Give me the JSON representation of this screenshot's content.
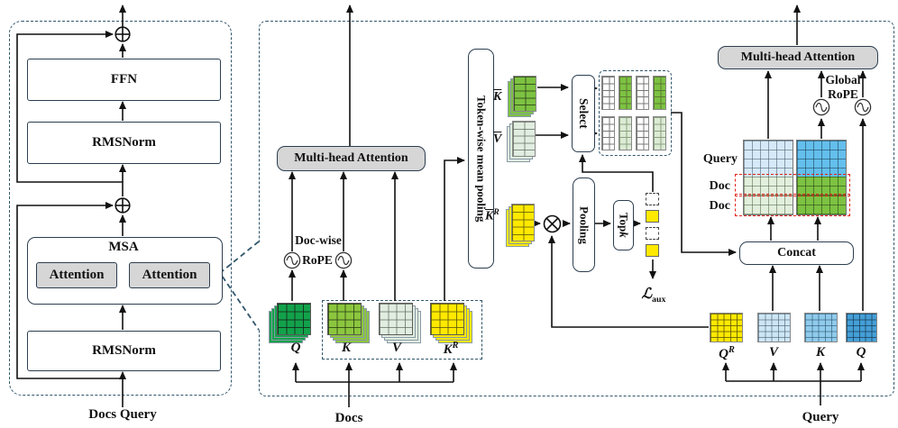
{
  "left_panel": {
    "ffn": "FFN",
    "rmsnorm_top": "RMSNorm",
    "msa_title": "MSA",
    "attention_left": "Attention",
    "attention_right": "Attention",
    "rmsnorm_bottom": "RMSNorm",
    "input_label": "Docs Query"
  },
  "docs_branch": {
    "mha_label": "Multi-head Attention",
    "rope_label_line1": "Doc-wise",
    "rope_label_line2": "RoPE",
    "pooling_label": "Token-wise mean pooling",
    "tensors": {
      "q": {
        "base": "Q"
      },
      "k": {
        "base": "K"
      },
      "v": {
        "base": "V"
      },
      "kr": {
        "base": "K",
        "sup": "R"
      }
    },
    "input_label": "Docs"
  },
  "selection": {
    "kbar": {
      "base": "K"
    },
    "vbar": {
      "base": "V"
    },
    "krbar": {
      "base": "K",
      "sup": "R"
    },
    "select_label": "Select",
    "pooling_label": "Pooling",
    "topk_main": "Top",
    "topk_k": "k",
    "aux_symbol": "ℒ",
    "aux_sub": "aux"
  },
  "query_branch": {
    "mha_label": "Multi-head Attention",
    "rope_label_line1": "Global",
    "rope_label_line2": "RoPE",
    "concat_label": "Concat",
    "row_labels": [
      "Query",
      "Doc",
      "Doc"
    ],
    "tensors": {
      "qr": {
        "base": "Q",
        "sup": "R"
      },
      "v": {
        "base": "V"
      },
      "k": {
        "base": "K"
      },
      "q": {
        "base": "Q"
      }
    },
    "input_label": "Query"
  },
  "colors": {
    "q_docs_green": "#12a24b",
    "k_docs_green": "#8cc63e",
    "v_docs_pale": "#e0ede0",
    "kr_yellow": "#ffe900",
    "select_green": "#7dc242",
    "select_pale": "#dcebd5",
    "query_light_blue": "#d6e9f8",
    "query_blue": "#64bfec",
    "doc_pale_green": "#e2efdc",
    "doc_green": "#7dc242",
    "v_query_blue": "#cde6f6",
    "k_query_blue": "#90cbec",
    "q_query_blue": "#459fd6",
    "box_gray": "#d6d6d6",
    "border_dark": "#2c3e50",
    "dash_blue": "#31566b",
    "red_dash": "#e2231a"
  }
}
